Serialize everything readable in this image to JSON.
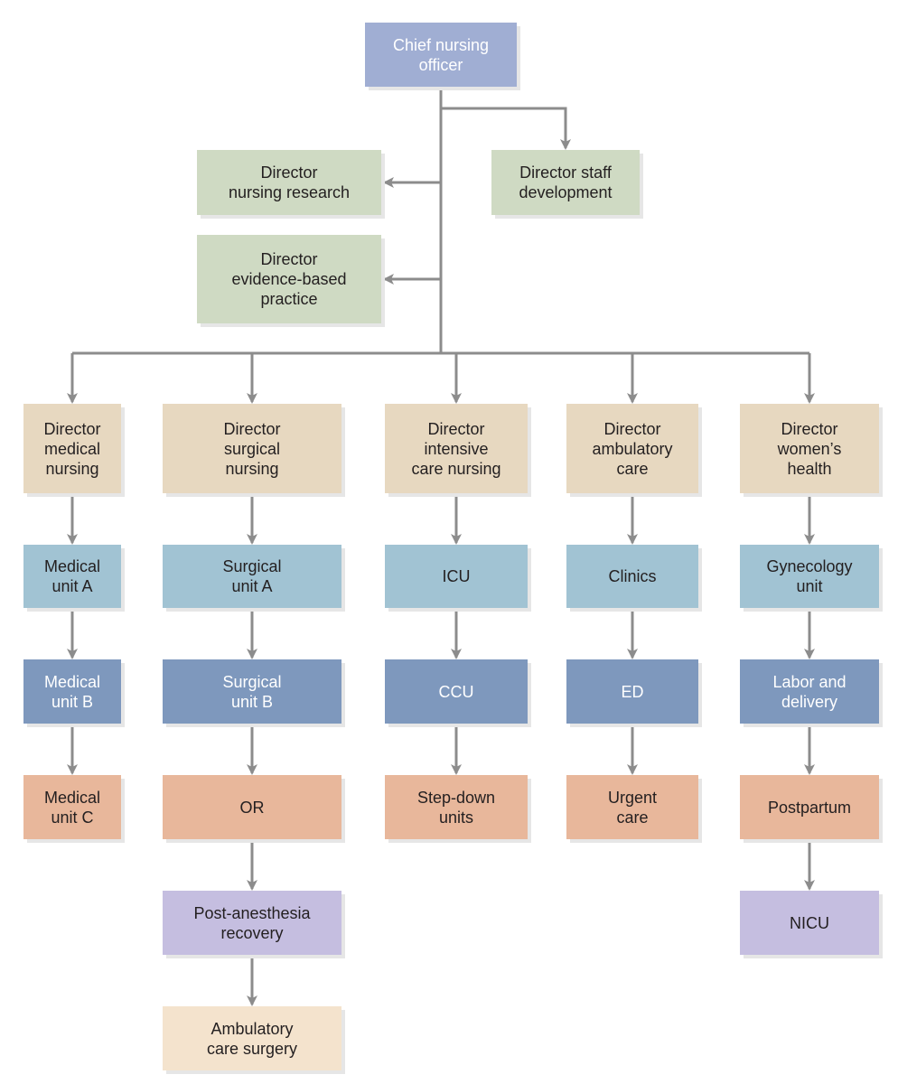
{
  "colors": {
    "line": "#8c8c8c",
    "executive_fill": "#a0aed3",
    "staff_director_fill": "#cfdac3",
    "department_director_fill": "#e7d8c0",
    "first_unit_fill": "#a1c3d3",
    "second_unit_fill": "#7e98bd",
    "third_unit_fill": "#e8b79b",
    "fourth_unit_fill": "#c5bee0",
    "fifth_unit_fill": "#f4e3cd"
  },
  "nodes": {
    "chief": "Chief nursing\nofficer",
    "research": "Director\nnursing research",
    "staffdev": "Director staff\ndevelopment",
    "ebp": "Director\nevidence-based\npractice",
    "dir_medical": "Director\nmedical\nnursing",
    "dir_surgical": "Director\nsurgical\nnursing",
    "dir_icn": "Director\nintensive\ncare nursing",
    "dir_ambulatory": "Director\nambulatory\ncare",
    "dir_womens": "Director\nwomen’s\nhealth",
    "med_a": "Medical\nunit A",
    "med_b": "Medical\nunit B",
    "med_c": "Medical\nunit C",
    "surg_a": "Surgical\nunit A",
    "surg_b": "Surgical\nunit B",
    "or": "OR",
    "pacu": "Post-anesthesia\nrecovery",
    "amb_surgery": "Ambulatory\ncare surgery",
    "icu": "ICU",
    "ccu": "CCU",
    "stepdown": "Step-down\nunits",
    "clinics": "Clinics",
    "ed": "ED",
    "urgent": "Urgent\ncare",
    "gyn": "Gynecology\nunit",
    "labor": "Labor and\ndelivery",
    "postpartum": "Postpartum",
    "nicu": "NICU"
  }
}
